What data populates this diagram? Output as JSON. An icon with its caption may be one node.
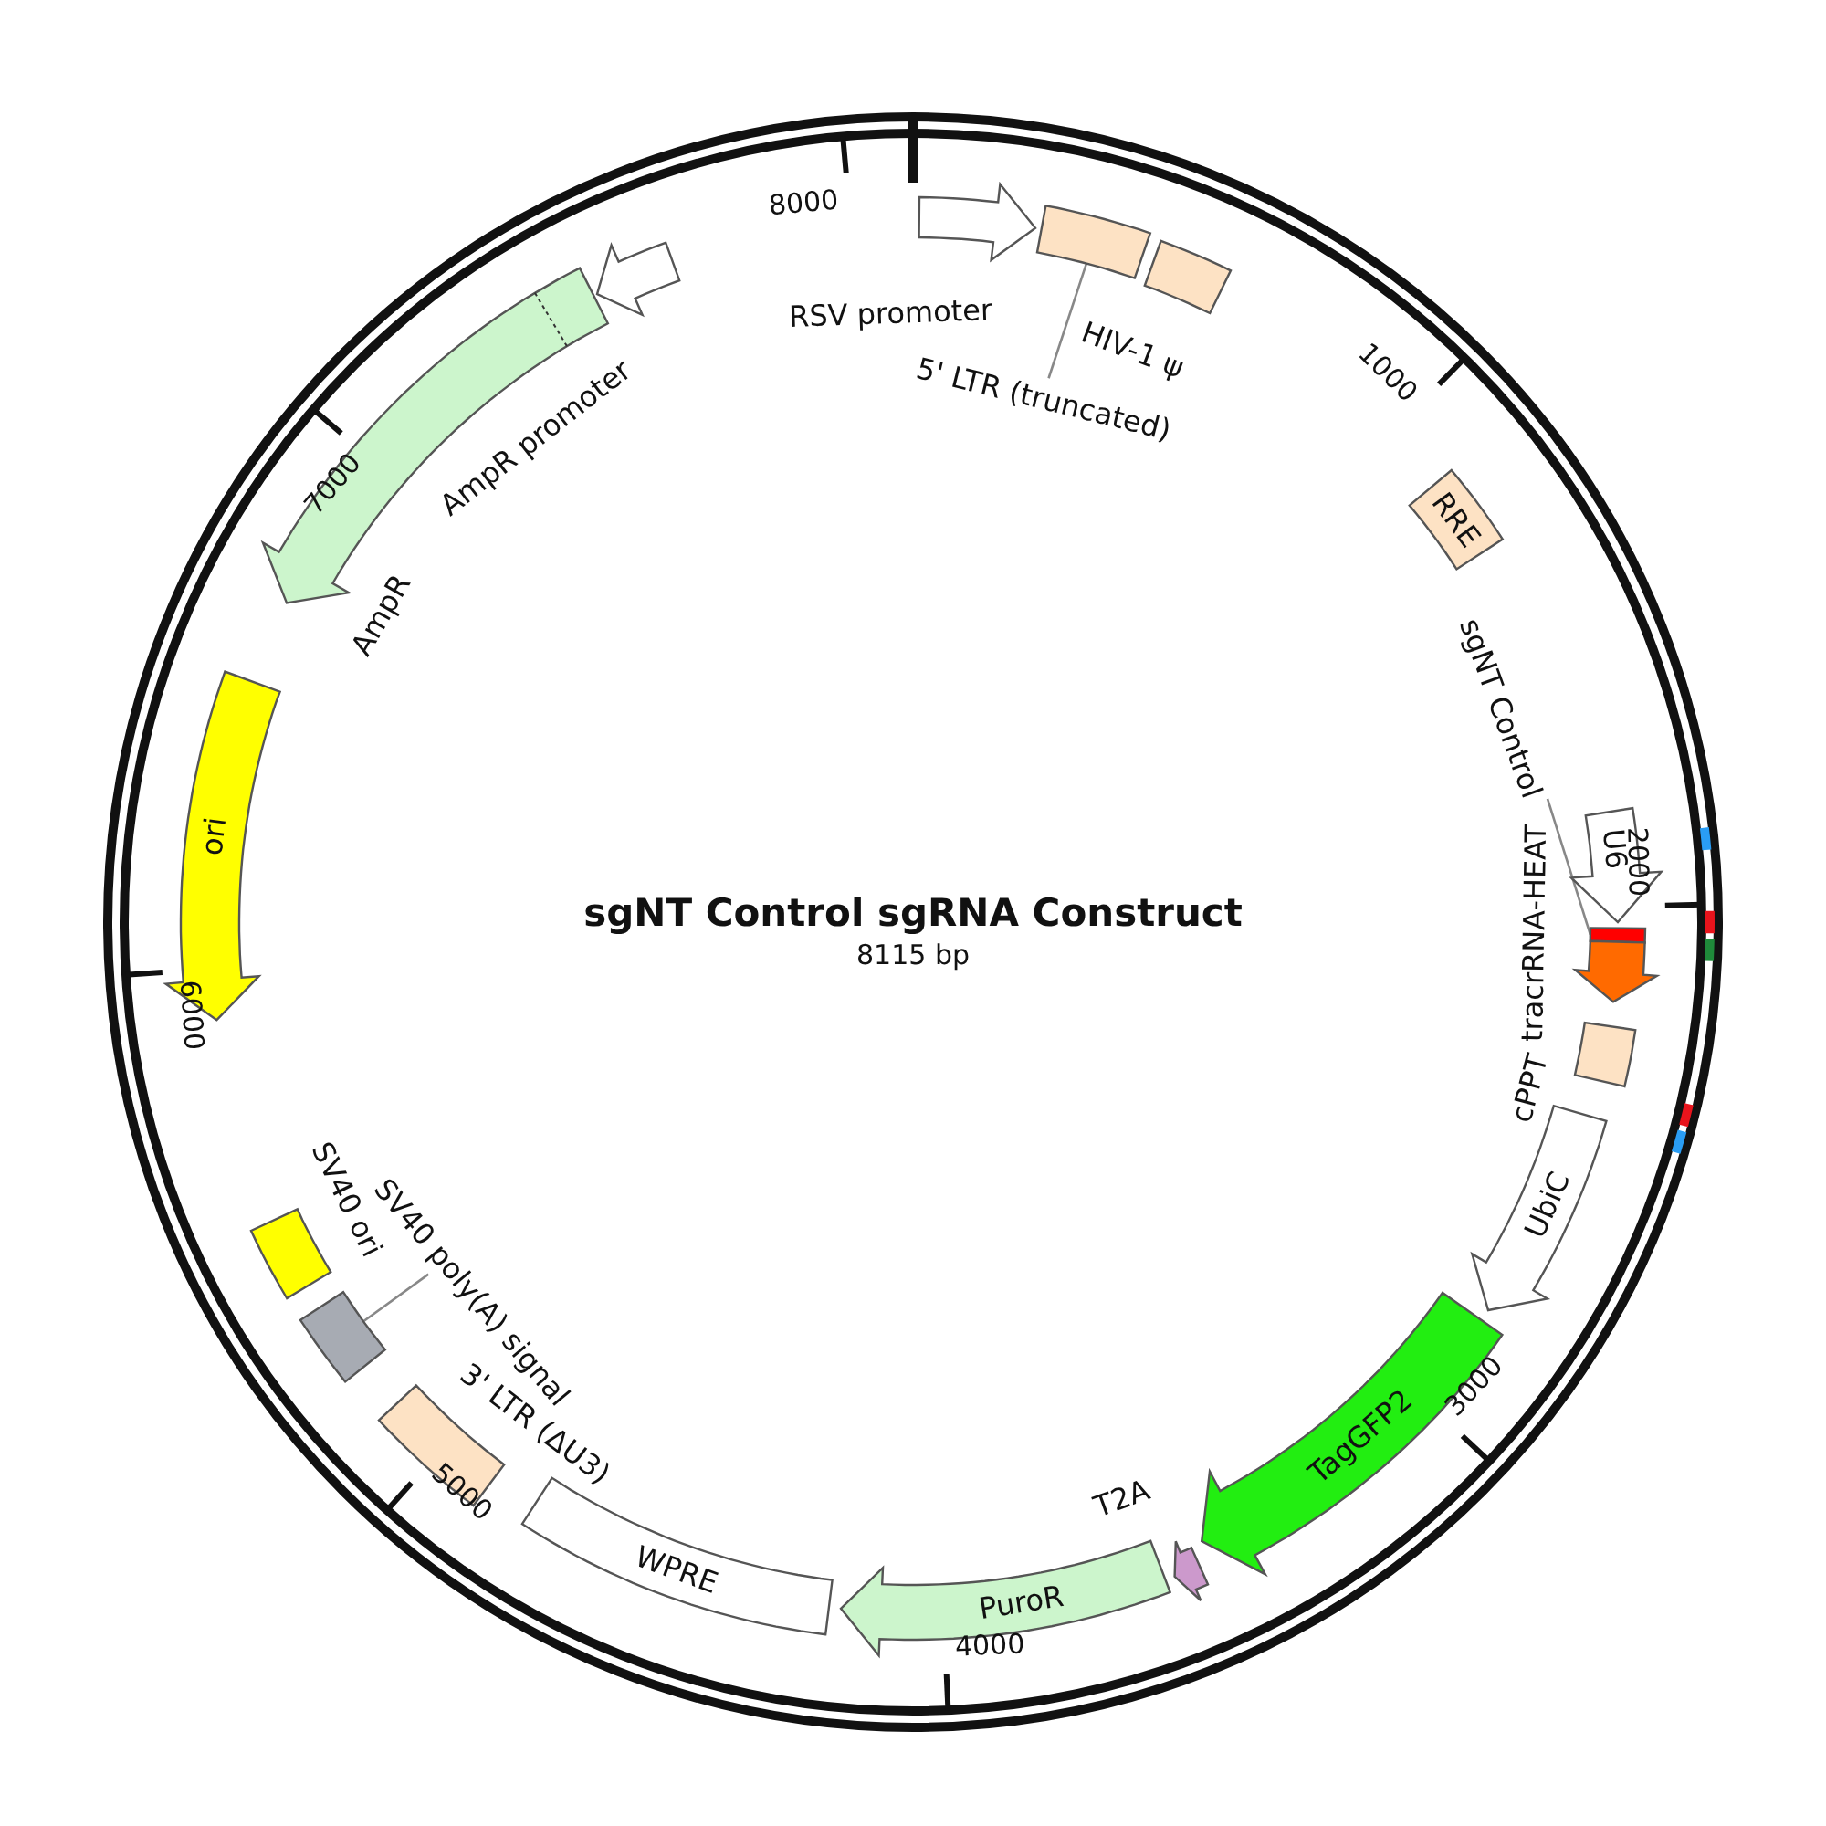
{
  "diagram": {
    "title": "sgNT Control sgRNA Construct",
    "nodes": [
      {
        "text": [
          "RSV promoter"
        ]
      },
      {
        "text": [
          "5' LTR (truncated)"
        ]
      },
      {
        "text": [],
        "shape": "box"
      },
      {
        "text": [
          "HIV-1 ψ"
        ]
      },
      {
        "text": [
          "RRE"
        ]
      },
      {
        "text": [
          "U6"
        ]
      },
      {
        "text": [
          "sgNT Control"
        ]
      },
      {
        "text": [],
        "shape": "box"
      },
      {
        "text": [
          "tracrRNA-HEAT"
        ]
      },
      {
        "text": [
          "cPPT"
        ]
      },
      {
        "text": [
          "UbiC"
        ]
      },
      {
        "text": [
          "TagGFP2"
        ]
      },
      {
        "text": [
          "T2A"
        ]
      },
      {
        "text": [
          "PuroR"
        ]
      },
      {
        "text": [
          "WPRE"
        ]
      },
      {
        "text": [
          "3' LTR (ΔU3)"
        ]
      },
      {
        "text": [
          "SV40 poly(A) signal"
        ]
      },
      {
        "text": [],
        "shape": "box"
      },
      {
        "text": [
          "SV40 ori"
        ]
      },
      {
        "text": [
          "ori"
        ]
      },
      {
        "text": [
          "AmpR"
        ]
      },
      {
        "text": [
          "AmpR promoter"
        ]
      }
    ],
    "edges": [
      {
        "from": 1,
        "to": 2,
        "arrow": "none"
      },
      {
        "from": 6,
        "to": 7,
        "arrow": "none"
      },
      {
        "from": 16,
        "to": 17,
        "arrow": "none"
      }
    ],
    "labels": [
      "8000",
      "1000",
      "7000",
      "2000",
      "8115 bp",
      "6000",
      "3000",
      "5000",
      "4000"
    ]
  }
}
